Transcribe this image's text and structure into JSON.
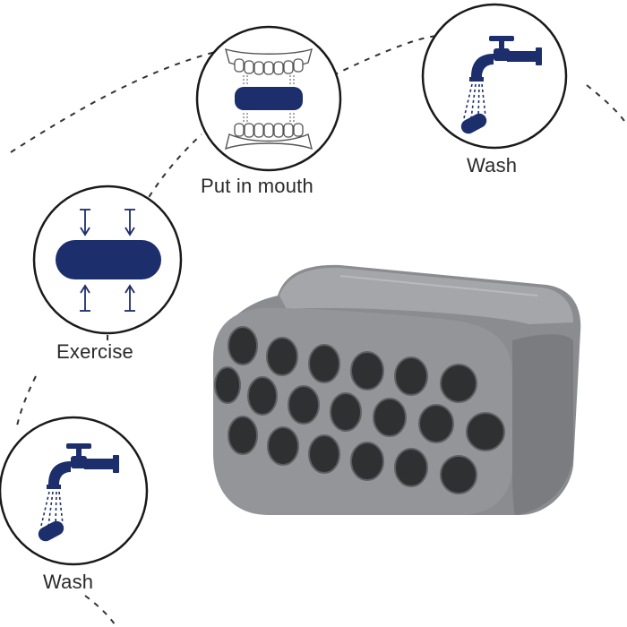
{
  "steps": [
    {
      "id": "put-in-mouth",
      "label": "Put in mouth",
      "icon": "teeth-bite-icon"
    },
    {
      "id": "wash-top",
      "label": "Wash",
      "icon": "faucet-wash-icon"
    },
    {
      "id": "exercise",
      "label": "Exercise",
      "icon": "press-exercise-icon"
    },
    {
      "id": "wash-bottom",
      "label": "Wash",
      "icon": "faucet-wash-icon"
    }
  ],
  "product": {
    "name": "jaw-exerciser",
    "hole_rows": [
      6,
      7,
      6
    ]
  },
  "colors": {
    "navy": "#1c2e6b",
    "circle_stroke": "#1a1a1a",
    "product_gray": "#8a8c90",
    "product_dark": "#4a4b4e"
  }
}
